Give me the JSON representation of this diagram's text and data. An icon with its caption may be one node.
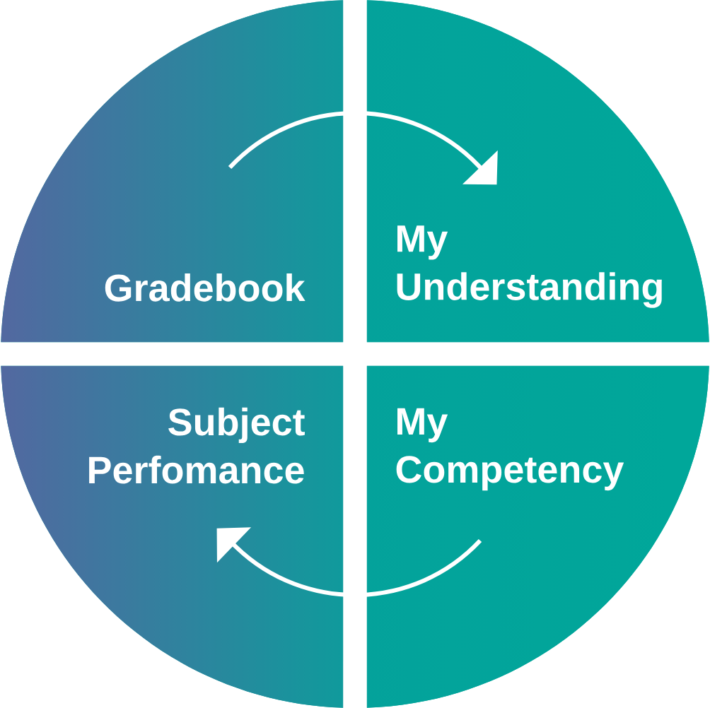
{
  "diagram": {
    "nodes": [
      {
        "text": [
          "Gradebook"
        ]
      },
      {
        "text": [
          "My Understanding"
        ]
      },
      {
        "text": [
          "Subject Perfomance"
        ]
      },
      {
        "text": [
          "My Competency"
        ]
      }
    ],
    "edges": [
      {
        "from": 0,
        "to": 1,
        "arrow": "to"
      },
      {
        "from": 3,
        "to": 2,
        "arrow": "to"
      }
    ]
  }
}
